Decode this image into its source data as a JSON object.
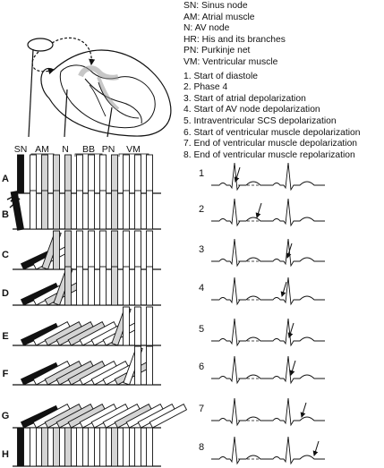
{
  "legend_abbrev": [
    "SN: Sinus node",
    "AM: Atrial muscle",
    "N: AV node",
    "HR: His and its branches",
    "PN: Purkinje net",
    "VM: Ventricular muscle"
  ],
  "legend_steps": [
    "1. Start of diastole",
    "2. Phase 4",
    "3. Start of atrial depolarization",
    "4. Start of AV node depolarization",
    "5. Intraventricular SCS depolarization",
    "6. Start of ventricular muscle depolarization",
    "7. End of ventricular muscle depolarization",
    "8. End of ventricular muscle repolarization"
  ],
  "column_labels": [
    "SN",
    "AM",
    "N",
    "BB",
    "PN",
    "VM"
  ],
  "row_labels": [
    "A",
    "B",
    "C",
    "D",
    "E",
    "F",
    "G",
    "H"
  ],
  "ecg_numbers": [
    "1",
    "2",
    "3",
    "4",
    "5",
    "6",
    "7",
    "8"
  ],
  "colors": {
    "ink": "#111111",
    "shaded": "#d4d4d4",
    "white": "#ffffff"
  }
}
